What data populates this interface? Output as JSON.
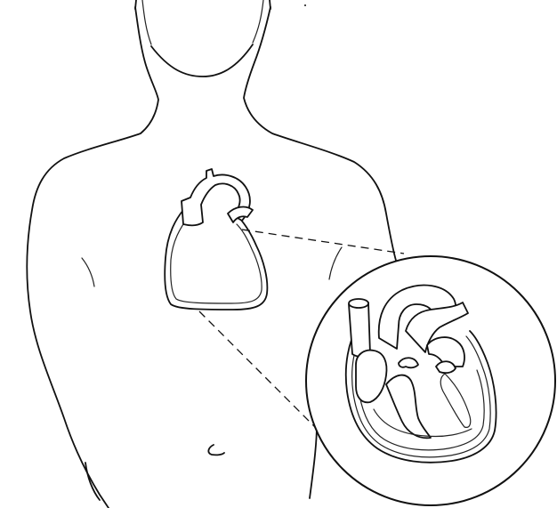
{
  "figure": {
    "background": "#ffffff",
    "line_color": "#111111",
    "subject": "torso-outline",
    "parts": [
      "torso-outline",
      "heart-small",
      "zoom-callout-circle",
      "heart-cross-section"
    ]
  }
}
